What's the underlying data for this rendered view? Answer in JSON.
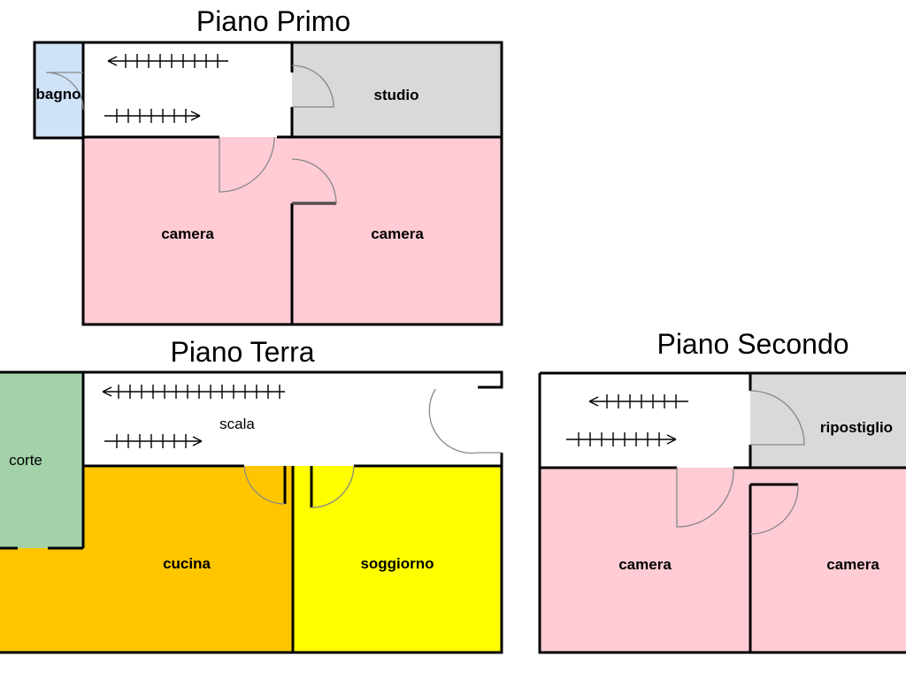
{
  "floors": {
    "primo": {
      "title": "Piano Primo",
      "rooms": {
        "bagno": "bagno",
        "studio": "studio",
        "camera_left": "camera",
        "camera_right": "camera"
      }
    },
    "terra": {
      "title": "Piano Terra",
      "rooms": {
        "scala": "scala",
        "corte": "corte",
        "cucina": "cucina",
        "soggiorno": "soggiorno"
      }
    },
    "secondo": {
      "title": "Piano Secondo",
      "rooms": {
        "ripostiglio": "ripostiglio",
        "camera_left": "camera",
        "camera_right": "camera"
      }
    }
  },
  "colors": {
    "bagno": "#cfe2f8",
    "studio": "#d9d9d9",
    "camera": "#ffccd5",
    "corte": "#a3d2a9",
    "cucina": "#ffc600",
    "soggiorno": "#ffff00",
    "ripostiglio": "#d9d9d9"
  }
}
